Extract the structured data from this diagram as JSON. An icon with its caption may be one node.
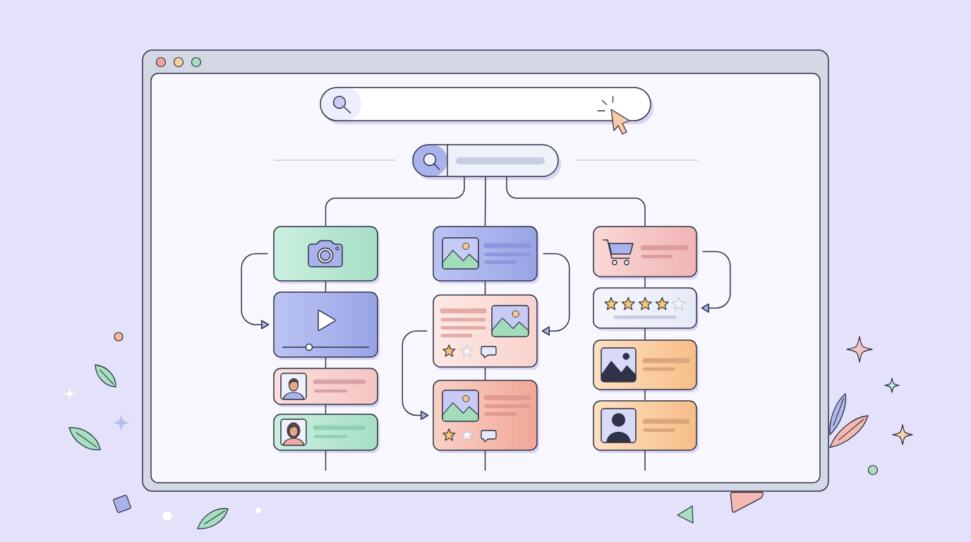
{
  "diagram": {
    "nodes": [
      {
        "text": [],
        "shape": "bar"
      },
      {
        "text": [],
        "shape": "bar"
      },
      {
        "text": [],
        "shape": "box"
      },
      {
        "text": [],
        "shape": "box"
      },
      {
        "text": [],
        "shape": "box"
      },
      {
        "text": [],
        "shape": "box"
      },
      {
        "text": [],
        "shape": "box"
      },
      {
        "text": [],
        "shape": "box"
      },
      {
        "text": [],
        "shape": "box"
      },
      {
        "text": [],
        "shape": "box"
      },
      {
        "text": [],
        "shape": "box"
      },
      {
        "text": [],
        "shape": "box"
      },
      {
        "text": [],
        "shape": "box"
      }
    ],
    "edges": [
      {
        "from": 1,
        "to": 2,
        "arrow": "none"
      },
      {
        "from": 1,
        "to": 6,
        "arrow": "none"
      },
      {
        "from": 1,
        "to": 9,
        "arrow": "none"
      },
      {
        "from": 2,
        "to": 3,
        "arrow": "none"
      },
      {
        "from": 2,
        "to": 3,
        "arrow": "to"
      },
      {
        "from": 3,
        "to": 4,
        "arrow": "none"
      },
      {
        "from": 4,
        "to": 5,
        "arrow": "none"
      },
      {
        "from": 5,
        "to": null,
        "arrow": "none"
      },
      {
        "from": 6,
        "to": 7,
        "arrow": "none"
      },
      {
        "from": 6,
        "to": 7,
        "arrow": "to"
      },
      {
        "from": 7,
        "to": 8,
        "arrow": "none"
      },
      {
        "from": 7,
        "to": 8,
        "arrow": "to"
      },
      {
        "from": 8,
        "to": null,
        "arrow": "none"
      },
      {
        "from": 9,
        "to": 10,
        "arrow": "none"
      },
      {
        "from": 9,
        "to": 10,
        "arrow": "to"
      },
      {
        "from": 10,
        "to": 11,
        "arrow": "none"
      },
      {
        "from": 11,
        "to": 12,
        "arrow": "none"
      },
      {
        "from": 12,
        "to": null,
        "arrow": "none"
      }
    ]
  }
}
